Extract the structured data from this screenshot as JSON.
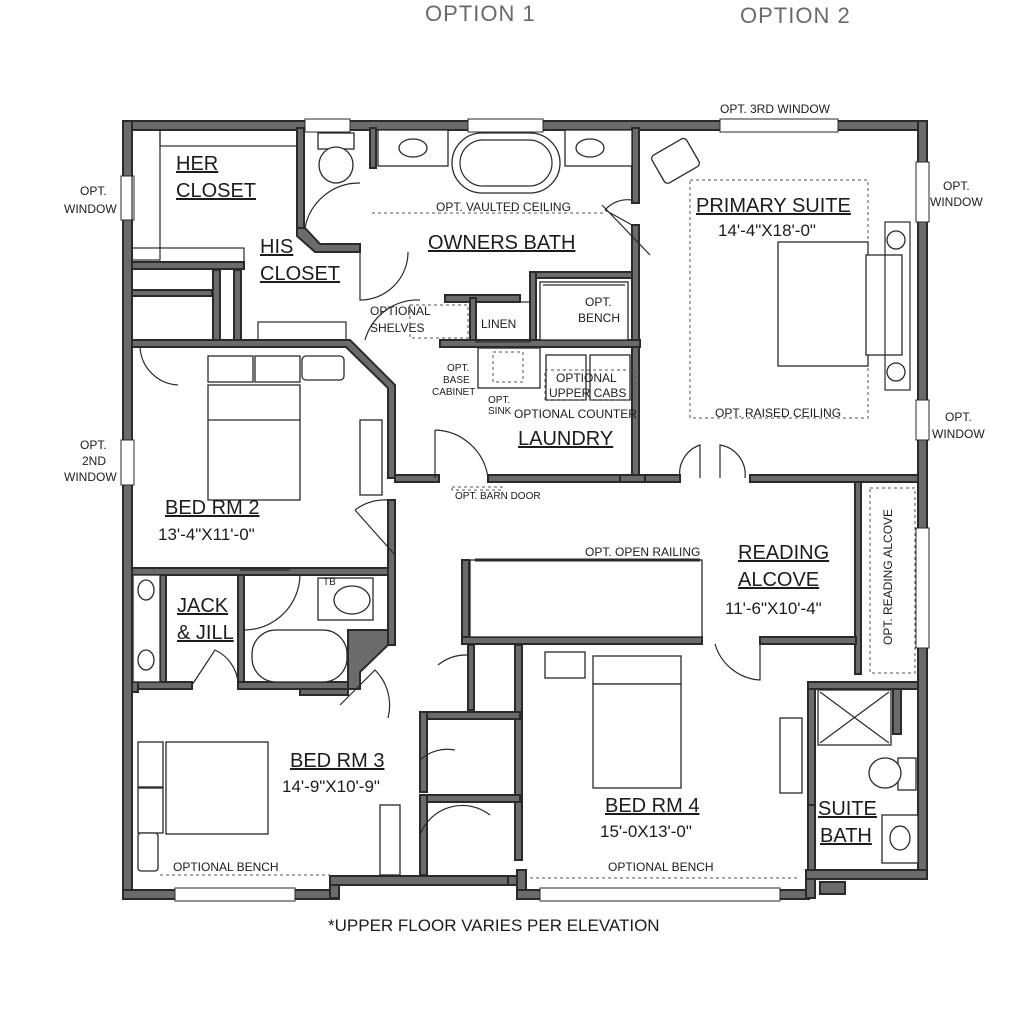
{
  "header": {
    "option1": "OPTION 1",
    "option2": "OPTION 2"
  },
  "footer": {
    "note": "*UPPER FLOOR VARIES PER ELEVATION"
  },
  "rooms": {
    "her_closet": [
      "HER",
      "CLOSET"
    ],
    "his_closet": [
      "HIS",
      "CLOSET"
    ],
    "owners_bath": "OWNERS BATH",
    "primary_suite": {
      "name": "PRIMARY SUITE",
      "dim": "14'-4\"X18'-0\""
    },
    "linen": "LINEN",
    "laundry": "LAUNDRY",
    "bed2": {
      "name": "BED RM 2",
      "dim": "13'-4\"X11'-0\""
    },
    "reading": {
      "name": [
        "READING",
        "ALCOVE"
      ],
      "dim": "11'-6\"X10'-4\""
    },
    "jack_jill": [
      "JACK",
      "& JILL"
    ],
    "bed3": {
      "name": "BED RM 3",
      "dim": "14'-9\"X10'-9\""
    },
    "bed4": {
      "name": "BED RM 4",
      "dim": "15'-0X13'-0\""
    },
    "suite_bath": [
      "SUITE",
      "BATH"
    ]
  },
  "notes": {
    "opt_3rd_window": "OPT. 3RD WINDOW",
    "opt_window_left": [
      "OPT.",
      "WINDOW"
    ],
    "opt_window_right_top": [
      "OPT.",
      "WINDOW"
    ],
    "opt_window_right_mid": [
      "OPT.",
      "WINDOW"
    ],
    "opt_2nd_window": [
      "OPT.",
      "2ND",
      "WINDOW"
    ],
    "opt_vaulted": "OPT. VAULTED CEILING",
    "opt_bench": [
      "OPT.",
      "BENCH"
    ],
    "optional_shelves": [
      "OPTIONAL",
      "SHELVES"
    ],
    "opt_base_cabinet": [
      "OPT.",
      "BASE",
      "CABINET"
    ],
    "opt_sink": [
      "OPT.",
      "SINK"
    ],
    "optional_upper_cabs": [
      "OPTIONAL",
      "UPPER CABS"
    ],
    "optional_counter": "OPTIONAL COUNTER",
    "opt_raised": "OPT. RAISED CEILING",
    "opt_barn": "OPT. BARN DOOR",
    "opt_open_railing": "OPT. OPEN RAILING",
    "opt_reading_alcove": "OPT. READING ALCOVE",
    "tb": "TB",
    "optional_bench_3": "OPTIONAL BENCH",
    "optional_bench_4": "OPTIONAL BENCH"
  }
}
